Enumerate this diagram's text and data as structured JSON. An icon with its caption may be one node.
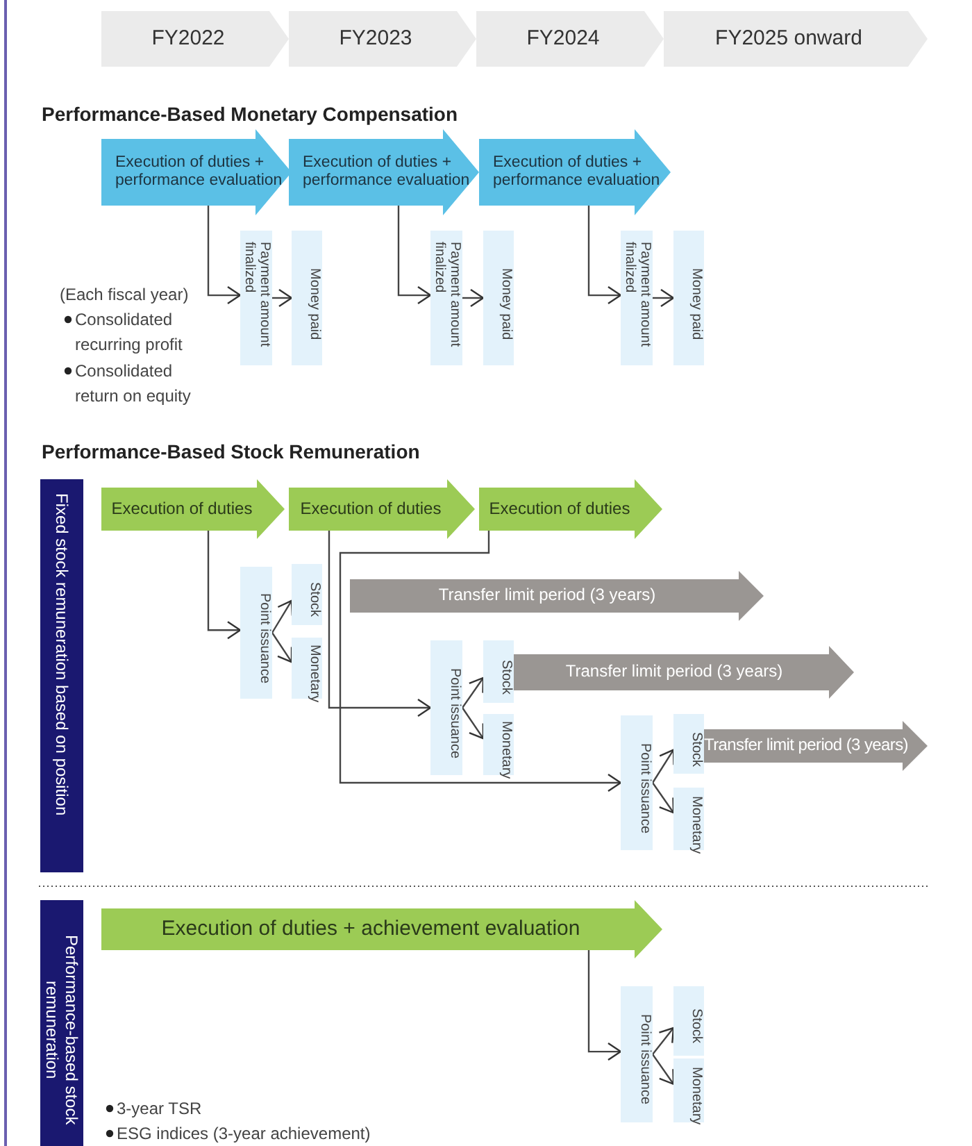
{
  "diagram": {
    "nodes": [
      {
        "text": [
          "FY2022"
        ]
      },
      {
        "text": [
          "FY2023"
        ]
      },
      {
        "text": [
          "FY2024"
        ]
      },
      {
        "text": [
          "FY2025 onward"
        ]
      },
      {
        "text": [
          "Execution of duties + performance evaluation"
        ]
      },
      {
        "text": [
          "Execution of duties + performance evaluation"
        ]
      },
      {
        "text": [
          "Execution of duties + performance evaluation"
        ]
      },
      {
        "text": [
          "Payment amount finalized"
        ]
      },
      {
        "text": [
          "Money paid"
        ]
      },
      {
        "text": [
          "Payment amount finalized"
        ]
      },
      {
        "text": [
          "Money paid"
        ]
      },
      {
        "text": [
          "Payment amount finalized"
        ]
      },
      {
        "text": [
          "Money paid"
        ]
      },
      {
        "text": [
          "Fixed stock remuneration based on position"
        ]
      },
      {
        "text": [
          "Execution of duties"
        ]
      },
      {
        "text": [
          "Execution of duties"
        ]
      },
      {
        "text": [
          "Execution of duties"
        ]
      },
      {
        "text": [
          "Point issuance"
        ]
      },
      {
        "text": [
          "Stock"
        ]
      },
      {
        "text": [
          "Monetary"
        ]
      },
      {
        "text": [
          "Transfer limit period (3 years)"
        ]
      },
      {
        "text": [
          "Point issuance"
        ]
      },
      {
        "text": [
          "Stock"
        ]
      },
      {
        "text": [
          "Monetary"
        ]
      },
      {
        "text": [
          "Transfer limit period (3 years)"
        ]
      },
      {
        "text": [
          "Point issuance"
        ]
      },
      {
        "text": [
          "Stock"
        ]
      },
      {
        "text": [
          "Monetary"
        ]
      },
      {
        "text": [
          "Transfer limit period (3 years)"
        ]
      },
      {
        "text": [
          "Performance-based stock remuneration"
        ]
      },
      {
        "text": [
          "Execution of duties + achievement evaluation"
        ]
      },
      {
        "text": [
          "Point issuance"
        ]
      },
      {
        "text": [
          "Stock"
        ]
      },
      {
        "text": [
          "Monetary"
        ]
      }
    ],
    "edges": [
      {
        "from": 4,
        "to": 7,
        "arrow": "to"
      },
      {
        "from": 7,
        "to": 8,
        "arrow": "to"
      },
      {
        "from": 5,
        "to": 9,
        "arrow": "to"
      },
      {
        "from": 9,
        "to": 10,
        "arrow": "to"
      },
      {
        "from": 6,
        "to": 11,
        "arrow": "to"
      },
      {
        "from": 11,
        "to": 12,
        "arrow": "to"
      },
      {
        "from": 14,
        "to": 17,
        "arrow": "to"
      },
      {
        "from": 17,
        "to": 18,
        "arrow": "to"
      },
      {
        "from": 17,
        "to": 19,
        "arrow": "to"
      },
      {
        "from": 15,
        "to": 21,
        "arrow": "to"
      },
      {
        "from": 21,
        "to": 22,
        "arrow": "to"
      },
      {
        "from": 21,
        "to": 23,
        "arrow": "to"
      },
      {
        "from": 16,
        "to": 25,
        "arrow": "to"
      },
      {
        "from": 25,
        "to": 26,
        "arrow": "to"
      },
      {
        "from": 25,
        "to": 27,
        "arrow": "to"
      },
      {
        "from": 30,
        "to": 31,
        "arrow": "to"
      },
      {
        "from": 31,
        "to": 32,
        "arrow": "to"
      },
      {
        "from": 31,
        "to": 33,
        "arrow": "to"
      }
    ],
    "labels": [
      "Performance-Based Monetary Compensation",
      "(Each fiscal year)",
      "Consolidated recurring profit",
      "Consolidated return on equity",
      "Performance-Based Stock Remuneration",
      "3-year TSR",
      "ESG indices (3-year achievement)"
    ]
  }
}
